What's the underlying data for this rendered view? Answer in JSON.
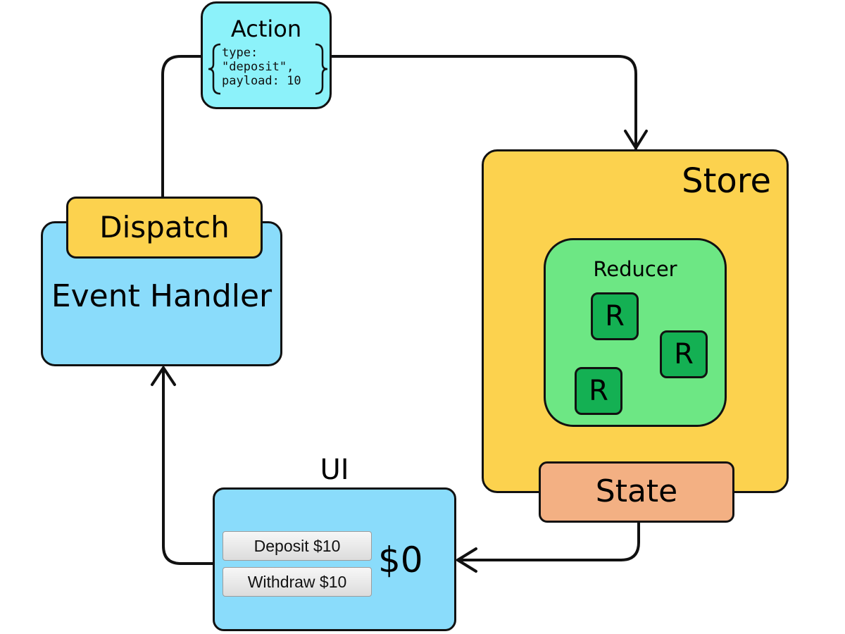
{
  "action": {
    "title": "Action",
    "code": "type:\n\"deposit\",\npayload: 10"
  },
  "store": {
    "label": "Store",
    "reducer": {
      "label": "Reducer",
      "items": [
        "R",
        "R",
        "R"
      ]
    },
    "state": {
      "label": "State"
    }
  },
  "event_handler": {
    "label": "Event Handler",
    "dispatch_label": "Dispatch"
  },
  "ui": {
    "label": "UI",
    "deposit_button": "Deposit $10",
    "withdraw_button": "Withdraw $10",
    "balance": "$0"
  },
  "colors": {
    "action": "#8cf2fa",
    "store": "#fcd24e",
    "reducer": "#6de784",
    "reducer_item": "#14b053",
    "state": "#f3b083",
    "event_handler": "#8adcfb",
    "ui": "#8adcfb"
  }
}
